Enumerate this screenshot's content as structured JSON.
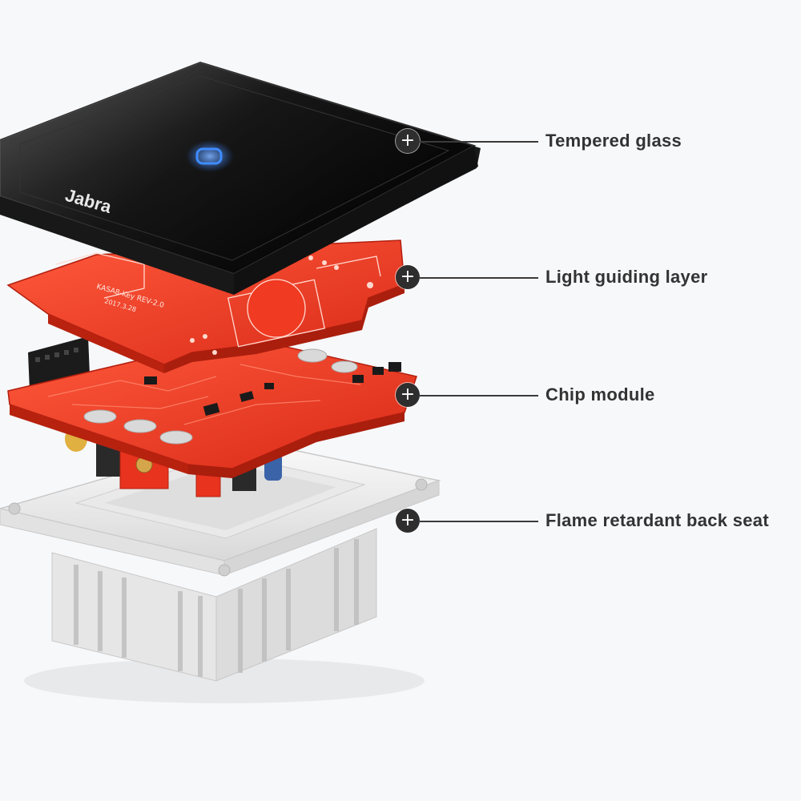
{
  "diagram": {
    "brand_logo": "Jabra",
    "colors": {
      "background": "#f7f8fa",
      "glass_panel": "#0b0b0b",
      "touch_ring": "#2f7dff",
      "pcb": "#e8331f",
      "back_seat": "#f2f2f2",
      "marker": "#2e2e2e",
      "label_text": "#333333"
    },
    "callouts": [
      {
        "label": "Tempered glass",
        "icon": "plus-icon"
      },
      {
        "label": "Light guiding layer",
        "icon": "plus-icon"
      },
      {
        "label": "Chip module",
        "icon": "plus-icon"
      },
      {
        "label": "Flame retardant back seat",
        "icon": "plus-icon"
      }
    ]
  }
}
